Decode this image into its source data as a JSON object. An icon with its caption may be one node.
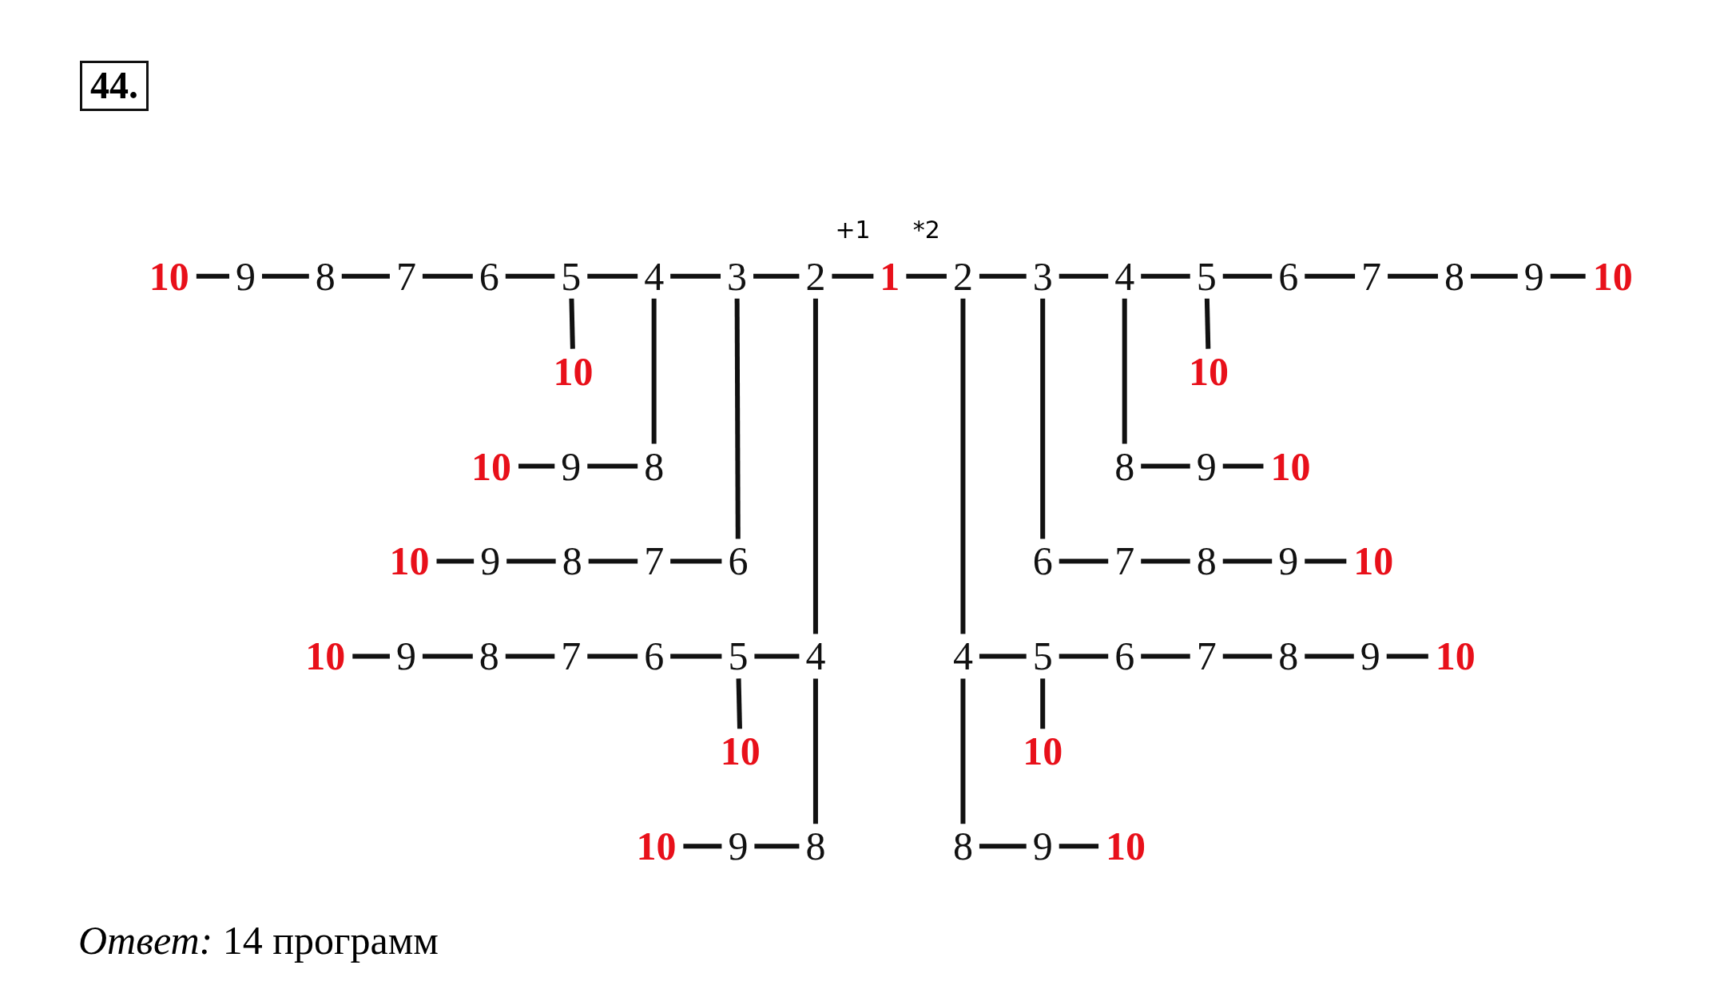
{
  "diagram": {
    "title": "44.",
    "caption": "*Ответ:* 14 программ",
    "nodes": [
      {
        "text": [
          "10"
        ]
      },
      {
        "text": [
          "9"
        ]
      },
      {
        "text": [
          "8"
        ]
      },
      {
        "text": [
          "7"
        ]
      },
      {
        "text": [
          "6"
        ]
      },
      {
        "text": [
          "5"
        ]
      },
      {
        "text": [
          "4"
        ]
      },
      {
        "text": [
          "3"
        ]
      },
      {
        "text": [
          "2"
        ]
      },
      {
        "text": [
          "1"
        ]
      },
      {
        "text": [
          "2"
        ]
      },
      {
        "text": [
          "3"
        ]
      },
      {
        "text": [
          "4"
        ]
      },
      {
        "text": [
          "5"
        ]
      },
      {
        "text": [
          "6"
        ]
      },
      {
        "text": [
          "7"
        ]
      },
      {
        "text": [
          "8"
        ]
      },
      {
        "text": [
          "9"
        ]
      },
      {
        "text": [
          "10"
        ]
      },
      {
        "text": [
          "10"
        ]
      },
      {
        "text": [
          "10"
        ]
      },
      {
        "text": [
          "10"
        ]
      },
      {
        "text": [
          "9"
        ]
      },
      {
        "text": [
          "8"
        ]
      },
      {
        "text": [
          "8"
        ]
      },
      {
        "text": [
          "9"
        ]
      },
      {
        "text": [
          "10"
        ]
      },
      {
        "text": [
          "10"
        ]
      },
      {
        "text": [
          "9"
        ]
      },
      {
        "text": [
          "8"
        ]
      },
      {
        "text": [
          "7"
        ]
      },
      {
        "text": [
          "6"
        ]
      },
      {
        "text": [
          "6"
        ]
      },
      {
        "text": [
          "7"
        ]
      },
      {
        "text": [
          "8"
        ]
      },
      {
        "text": [
          "9"
        ]
      },
      {
        "text": [
          "10"
        ]
      },
      {
        "text": [
          "10"
        ]
      },
      {
        "text": [
          "9"
        ]
      },
      {
        "text": [
          "8"
        ]
      },
      {
        "text": [
          "7"
        ]
      },
      {
        "text": [
          "6"
        ]
      },
      {
        "text": [
          "5"
        ]
      },
      {
        "text": [
          "4"
        ]
      },
      {
        "text": [
          "4"
        ]
      },
      {
        "text": [
          "5"
        ]
      },
      {
        "text": [
          "6"
        ]
      },
      {
        "text": [
          "7"
        ]
      },
      {
        "text": [
          "8"
        ]
      },
      {
        "text": [
          "9"
        ]
      },
      {
        "text": [
          "10"
        ]
      },
      {
        "text": [
          "10"
        ]
      },
      {
        "text": [
          "10"
        ]
      },
      {
        "text": [
          "10"
        ]
      },
      {
        "text": [
          "9"
        ]
      },
      {
        "text": [
          "8"
        ]
      },
      {
        "text": [
          "8"
        ]
      },
      {
        "text": [
          "9"
        ]
      },
      {
        "text": [
          "10"
        ]
      }
    ],
    "edges": [
      {
        "from": 9,
        "to": 8,
        "arrow": "none",
        "label": "+1"
      },
      {
        "from": 9,
        "to": 10,
        "arrow": "none",
        "label": "*2"
      },
      {
        "from": 8,
        "to": 7,
        "arrow": "none"
      },
      {
        "from": 7,
        "to": 6,
        "arrow": "none"
      },
      {
        "from": 6,
        "to": 5,
        "arrow": "none"
      },
      {
        "from": 5,
        "to": 4,
        "arrow": "none"
      },
      {
        "from": 4,
        "to": 3,
        "arrow": "none"
      },
      {
        "from": 3,
        "to": 2,
        "arrow": "none"
      },
      {
        "from": 2,
        "to": 1,
        "arrow": "none"
      },
      {
        "from": 1,
        "to": 0,
        "arrow": "none"
      },
      {
        "from": 10,
        "to": 11,
        "arrow": "none"
      },
      {
        "from": 11,
        "to": 12,
        "arrow": "none"
      },
      {
        "from": 12,
        "to": 13,
        "arrow": "none"
      },
      {
        "from": 13,
        "to": 14,
        "arrow": "none"
      },
      {
        "from": 14,
        "to": 15,
        "arrow": "none"
      },
      {
        "from": 15,
        "to": 16,
        "arrow": "none"
      },
      {
        "from": 16,
        "to": 17,
        "arrow": "none"
      },
      {
        "from": 17,
        "to": 18,
        "arrow": "none"
      },
      {
        "from": 8,
        "to": 43,
        "arrow": "none"
      },
      {
        "from": 7,
        "to": 31,
        "arrow": "none"
      },
      {
        "from": 6,
        "to": 23,
        "arrow": "none"
      },
      {
        "from": 5,
        "to": 19,
        "arrow": "none"
      },
      {
        "from": 10,
        "to": 44,
        "arrow": "none"
      },
      {
        "from": 11,
        "to": 32,
        "arrow": "none"
      },
      {
        "from": 12,
        "to": 24,
        "arrow": "none"
      },
      {
        "from": 13,
        "to": 20,
        "arrow": "none"
      },
      {
        "from": 23,
        "to": 22,
        "arrow": "none"
      },
      {
        "from": 22,
        "to": 21,
        "arrow": "none"
      },
      {
        "from": 24,
        "to": 25,
        "arrow": "none"
      },
      {
        "from": 25,
        "to": 26,
        "arrow": "none"
      },
      {
        "from": 31,
        "to": 30,
        "arrow": "none"
      },
      {
        "from": 30,
        "to": 29,
        "arrow": "none"
      },
      {
        "from": 29,
        "to": 28,
        "arrow": "none"
      },
      {
        "from": 28,
        "to": 27,
        "arrow": "none"
      },
      {
        "from": 32,
        "to": 33,
        "arrow": "none"
      },
      {
        "from": 33,
        "to": 34,
        "arrow": "none"
      },
      {
        "from": 34,
        "to": 35,
        "arrow": "none"
      },
      {
        "from": 35,
        "to": 36,
        "arrow": "none"
      },
      {
        "from": 43,
        "to": 42,
        "arrow": "none"
      },
      {
        "from": 42,
        "to": 41,
        "arrow": "none"
      },
      {
        "from": 41,
        "to": 40,
        "arrow": "none"
      },
      {
        "from": 40,
        "to": 39,
        "arrow": "none"
      },
      {
        "from": 39,
        "to": 38,
        "arrow": "none"
      },
      {
        "from": 38,
        "to": 37,
        "arrow": "none"
      },
      {
        "from": 44,
        "to": 45,
        "arrow": "none"
      },
      {
        "from": 45,
        "to": 46,
        "arrow": "none"
      },
      {
        "from": 46,
        "to": 47,
        "arrow": "none"
      },
      {
        "from": 47,
        "to": 48,
        "arrow": "none"
      },
      {
        "from": 48,
        "to": 49,
        "arrow": "none"
      },
      {
        "from": 49,
        "to": 50,
        "arrow": "none"
      },
      {
        "from": 42,
        "to": 51,
        "arrow": "none"
      },
      {
        "from": 45,
        "to": 52,
        "arrow": "none"
      },
      {
        "from": 43,
        "to": 55,
        "arrow": "none"
      },
      {
        "from": 55,
        "to": 54,
        "arrow": "none"
      },
      {
        "from": 54,
        "to": 53,
        "arrow": "none"
      },
      {
        "from": 44,
        "to": 56,
        "arrow": "none"
      },
      {
        "from": 56,
        "to": 57,
        "arrow": "none"
      },
      {
        "from": 57,
        "to": 58,
        "arrow": "none"
      }
    ]
  }
}
